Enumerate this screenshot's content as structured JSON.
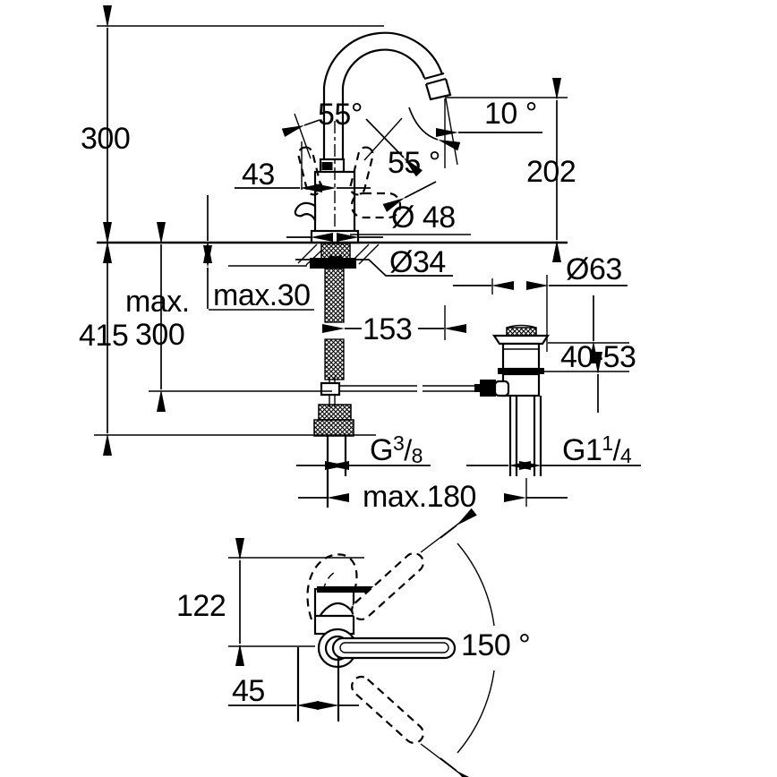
{
  "page": {
    "background": "#ffffff",
    "ink": "#000000",
    "kind": "technical-dimension-drawing",
    "subject": "single-lever basin mixer with high spout and pop-up waste"
  },
  "front_view": {
    "labels": {
      "height_above_deck": "300",
      "max_prefix": "max.",
      "max_height_total": "415",
      "height_below_deck": "300",
      "deck_thickness": "max.30",
      "handle_offset": "43",
      "handle_angle_left": "55°",
      "handle_angle_right": "55 °",
      "spout_outlet_angle": "10 °",
      "outlet_height": "202",
      "body_diameter": "Ø 48",
      "shank_diameter": "Ø34",
      "rod_length": "153",
      "waste_flange_diameter": "Ø63",
      "basin_thickness_range": "40-53",
      "center_to_waste_distance": "max.180",
      "supply_thread": {
        "base": "G",
        "sup": "3",
        "slash": "/",
        "sub": "8"
      },
      "waste_thread": {
        "base": "G1",
        "sup": "1",
        "slash": "/",
        "sub": "4"
      }
    }
  },
  "top_view": {
    "labels": {
      "depth": "122",
      "base_width": "45",
      "lever_swing_angle": "150 °"
    }
  }
}
